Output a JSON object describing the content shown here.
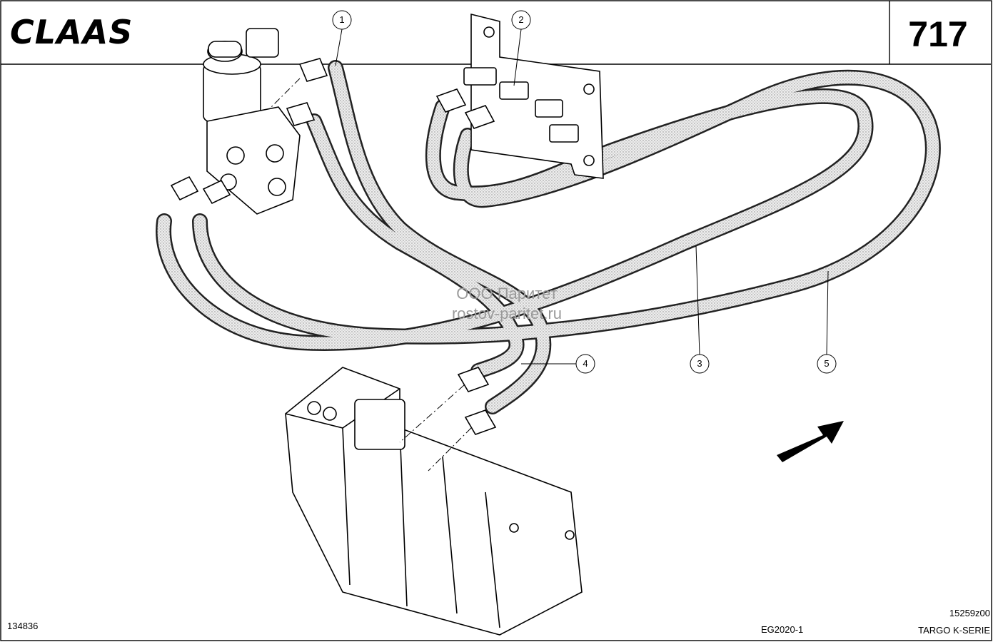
{
  "header": {
    "brand": "CLAAS",
    "page_number": "717"
  },
  "callouts": [
    "1",
    "2",
    "3",
    "4",
    "5"
  ],
  "watermark": {
    "line1": "ООО Паритет",
    "line2": "rostov-paritet.ru"
  },
  "footer": {
    "drawing_number": "134836",
    "group_code": "EG2020-1",
    "illustration_code": "15259z00",
    "model_name": "TARGO K-SERIE"
  },
  "icons": [
    "direction-arrow-icon",
    "hose-fitting-icon",
    "valve-block-icon",
    "mounting-bracket-icon"
  ]
}
